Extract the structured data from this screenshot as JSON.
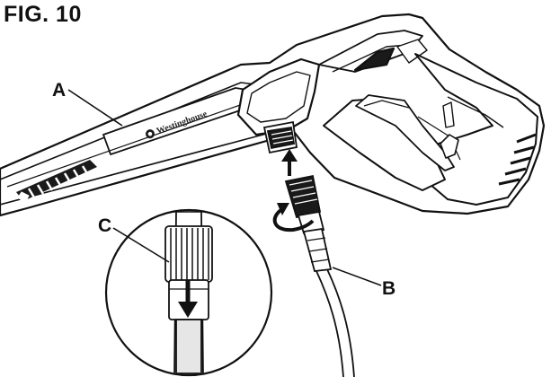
{
  "figure": {
    "title": "FIG. 10"
  },
  "callouts": {
    "a": "A",
    "b": "B",
    "c": "C"
  },
  "brand_logo_text": "Westinghouse",
  "colors": {
    "line": "#111111",
    "fill": "#ffffff",
    "shade": "#e6e6e6",
    "dark": "#1a1a1a"
  }
}
